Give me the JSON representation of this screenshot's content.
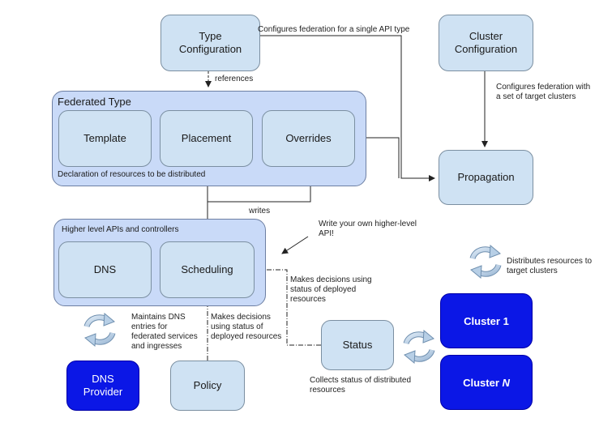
{
  "boxes": {
    "type_configuration": "Type\nConfiguration",
    "cluster_configuration": "Cluster\nConfiguration",
    "template": "Template",
    "placement": "Placement",
    "overrides": "Overrides",
    "propagation": "Propagation",
    "dns": "DNS",
    "scheduling": "Scheduling",
    "status": "Status",
    "policy": "Policy",
    "dns_provider": "DNS\nProvider",
    "cluster_1": "Cluster 1",
    "cluster_n_prefix": "Cluster ",
    "cluster_n_italic": "N"
  },
  "groups": {
    "federated_type_title": "Federated Type",
    "federated_type_caption": "Declaration of resources to be distributed",
    "higher_level_title": "Higher level APIs and controllers"
  },
  "labels": {
    "configures_single": "Configures federation for a single API type",
    "configures_clusters": "Configures federation with\na set of target clusters",
    "references": "references",
    "writes": "writes",
    "write_own": "Write your own higher-level\nAPI!",
    "distributes": "Distributes resources to\ntarget clusters",
    "makes_decisions_status": "Makes decisions using\nstatus of deployed\nresources",
    "maintains_dns": "Maintains DNS\nentries for\nfederated services\nand ingresses",
    "makes_decisions_policy": "Makes decisions\nusing status of\ndeployed resources",
    "collects_status": "Collects status of distributed\nresources"
  },
  "colors": {
    "light_box": "#cfe2f3",
    "group_fill": "#c9daf8",
    "dark_box": "#0b17e6",
    "cycle_icon": "#b7cfe6",
    "line": "#222222"
  }
}
